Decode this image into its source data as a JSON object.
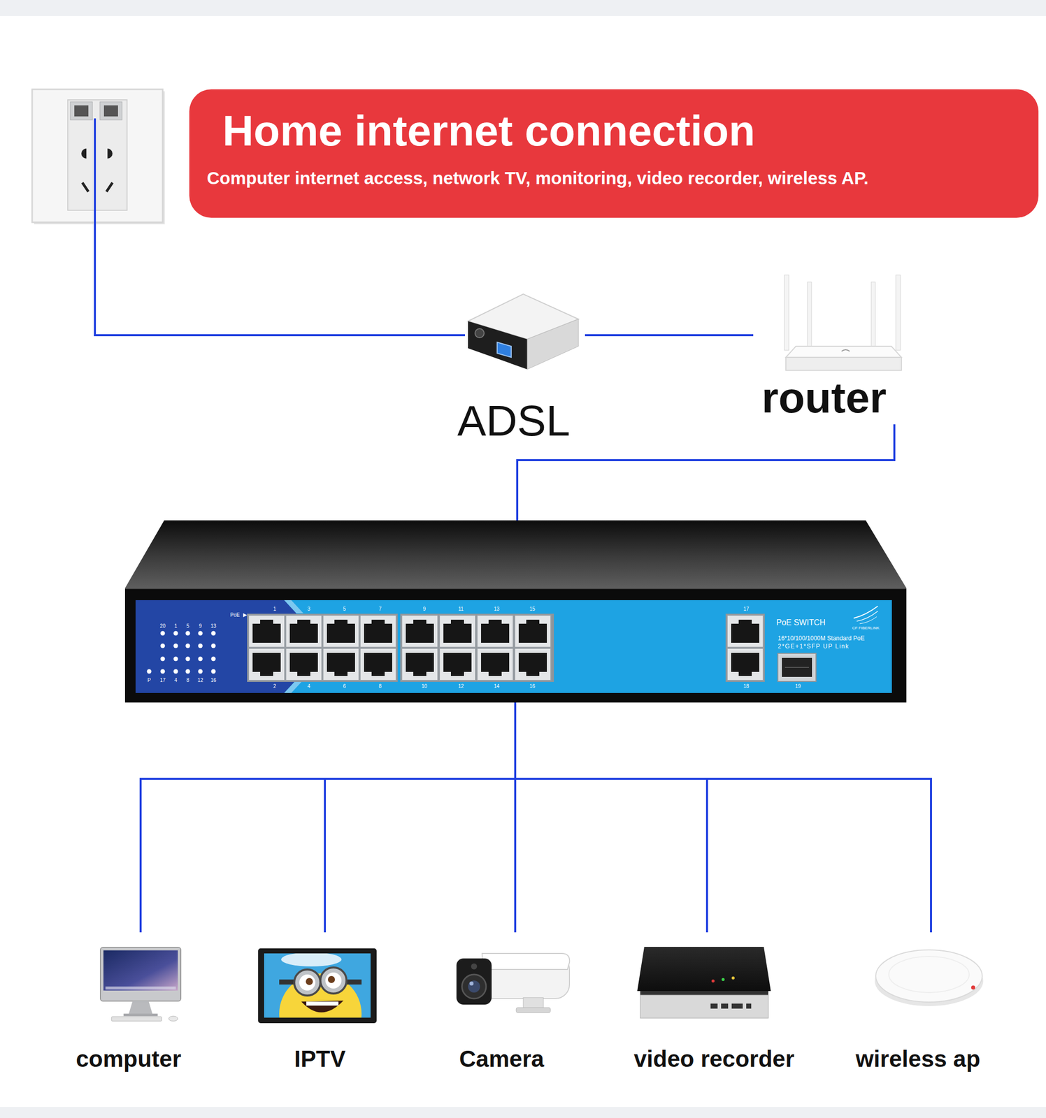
{
  "diagram": {
    "nodes": [
      {
        "text": [
          "Home internet connection",
          "Computer internet access, network TV, monitoring, video recorder, wireless AP."
        ]
      },
      {
        "text": [
          "ADSL"
        ]
      },
      {
        "text": [
          "router"
        ]
      },
      {
        "text": [
          "PoE SWITCH",
          "16*10/100/1000M Standard PoE",
          "2*GE+1*SFP UP Link"
        ]
      },
      {
        "text": [
          "computer"
        ]
      },
      {
        "text": [
          "IPTV"
        ]
      },
      {
        "text": [
          "Camera"
        ]
      },
      {
        "text": [
          "video recorder"
        ]
      },
      {
        "text": [
          "wireless ap"
        ]
      }
    ],
    "edges": [
      {
        "from": 1,
        "to": 2,
        "arrow": "none"
      },
      {
        "from": 2,
        "to": 3,
        "arrow": "none"
      },
      {
        "from": 3,
        "to": 4,
        "arrow": "none"
      },
      {
        "from": 3,
        "to": 5,
        "arrow": "none"
      },
      {
        "from": 3,
        "to": 6,
        "arrow": "none"
      },
      {
        "from": 3,
        "to": 7,
        "arrow": "none"
      },
      {
        "from": 3,
        "to": 8,
        "arrow": "none"
      }
    ],
    "labels": [
      "PoE",
      "20",
      "1",
      "5",
      "9",
      "13",
      "P",
      "17",
      "4",
      "8",
      "12",
      "16",
      "1",
      "3",
      "5",
      "7",
      "9",
      "11",
      "13",
      "15",
      "17",
      "2",
      "4",
      "6",
      "8",
      "10",
      "12",
      "14",
      "16",
      "18",
      "19",
      "CF FIBERLINK"
    ]
  }
}
